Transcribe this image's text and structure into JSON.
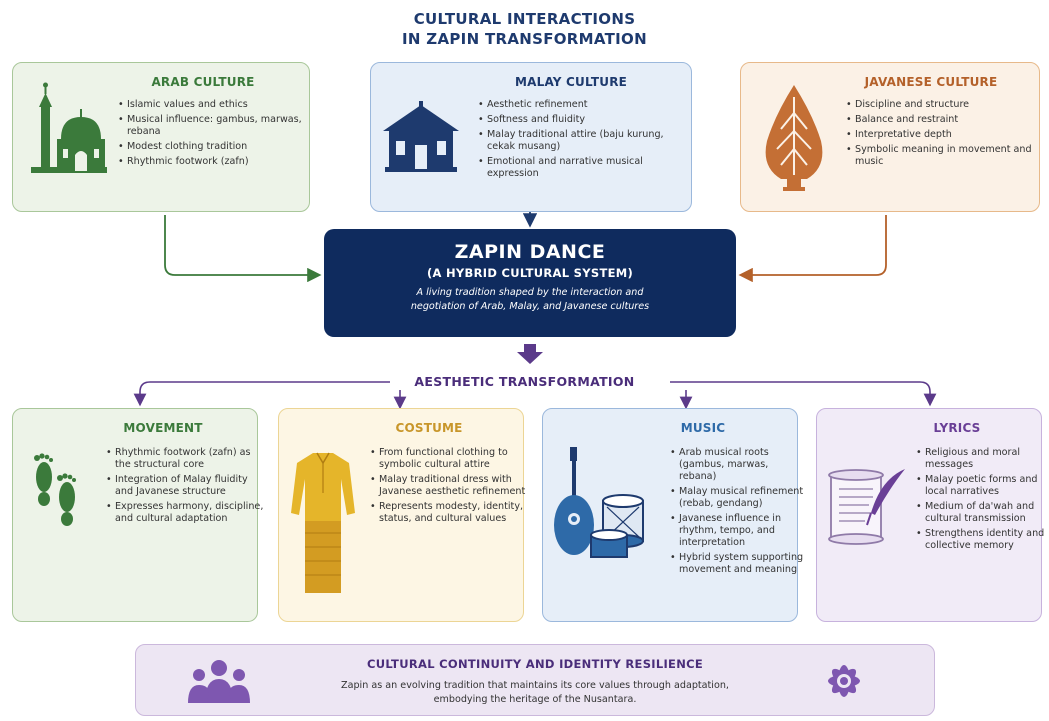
{
  "title": {
    "line1": "CULTURAL INTERACTIONS",
    "line2": "IN ZAPIN TRANSFORMATION"
  },
  "arab": {
    "heading": "ARAB CULTURE",
    "items": [
      "Islamic values and ethics",
      "Musical influence: gambus, marwas, rebana",
      "Modest clothing tradition",
      "Rhythmic footwork (zafn)"
    ],
    "color": "#3b7a3b",
    "bg": "#edf3e8",
    "border": "#a9c79a",
    "icon": "mosque-icon"
  },
  "malay": {
    "heading": "MALAY CULTURE",
    "items": [
      "Aesthetic refinement",
      "Softness and fluidity",
      "Malay traditional attire (baju kurung, cekak musang)",
      "Emotional and narrative musical expression"
    ],
    "color": "#1e3a6e",
    "bg": "#e6eef8",
    "border": "#9bb8dc",
    "icon": "malay-house-icon"
  },
  "javanese": {
    "heading": "JAVANESE CULTURE",
    "items": [
      "Discipline and structure",
      "Balance and restraint",
      "Interpretative depth",
      "Symbolic meaning in movement and music"
    ],
    "color": "#b4612a",
    "bg": "#fbf1e6",
    "border": "#e7b98a",
    "icon": "gunungan-icon"
  },
  "center": {
    "h1": "ZAPIN DANCE",
    "h2": "(A HYBRID CULTURAL SYSTEM)",
    "p1": "A living tradition shaped by the interaction and",
    "p2": "negotiation of Arab, Malay, and Javanese cultures"
  },
  "aesthetic_label": "AESTHETIC TRANSFORMATION",
  "movement": {
    "heading": "MOVEMENT",
    "items": [
      "Rhythmic footwork (zafn) as the structural core",
      "Integration of Malay fluidity and Javanese structure",
      "Expresses harmony, discipline, and cultural adaptation"
    ],
    "color": "#3b7a3b",
    "bg": "#edf3e8",
    "border": "#a9c79a",
    "icon": "footprints-icon"
  },
  "costume": {
    "heading": "COSTUME",
    "items": [
      "From functional clothing to symbolic cultural attire",
      "Malay traditional dress with Javanese aesthetic refinement",
      "Represents modesty, identity, status, and cultural values"
    ],
    "color": "#c8962a",
    "bg": "#fdf6e4",
    "border": "#ecd595",
    "icon": "baju-icon"
  },
  "music": {
    "heading": "MUSIC",
    "items": [
      "Arab musical roots (gambus, marwas, rebana)",
      "Malay musical refinement (rebab, gendang)",
      "Javanese influence in rhythm, tempo, and interpretation",
      "Hybrid system supporting movement and meaning"
    ],
    "color": "#2e6aa8",
    "bg": "#e6eef8",
    "border": "#9bb8dc",
    "icon": "gambus-drums-icon"
  },
  "lyrics": {
    "heading": "LYRICS",
    "items": [
      "Religious and moral messages",
      "Malay poetic forms and local narratives",
      "Medium of da'wah and cultural transmission",
      "Strengthens identity and collective memory"
    ],
    "color": "#6a3f96",
    "bg": "#f1ebf7",
    "border": "#c7b2dd",
    "icon": "scroll-quill-icon"
  },
  "bottom": {
    "title": "CULTURAL CONTINUITY AND IDENTITY RESILIENCE",
    "p1": "Zapin as an evolving tradition that maintains its core values through adaptation,",
    "p2": "embodying the heritage of the Nusantara.",
    "left_icon": "community-icon",
    "right_icon": "flower-motif-icon"
  }
}
